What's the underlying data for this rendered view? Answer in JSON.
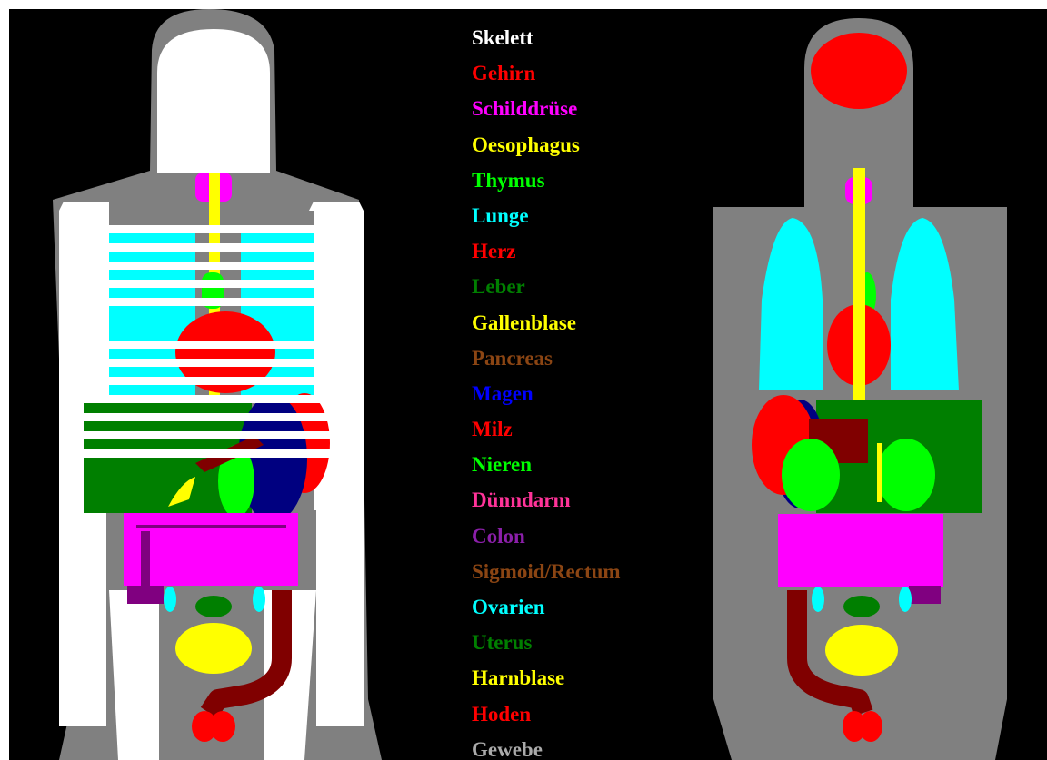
{
  "legend": [
    {
      "label": "Skelett",
      "color": "#ffffff"
    },
    {
      "label": "Gehirn",
      "color": "#ff0000"
    },
    {
      "label": "Schilddrüse",
      "color": "#ff00ff"
    },
    {
      "label": "Oesophagus",
      "color": "#ffff00"
    },
    {
      "label": "Thymus",
      "color": "#00ff00"
    },
    {
      "label": "Lunge",
      "color": "#00ffff"
    },
    {
      "label": "Herz",
      "color": "#ff0000"
    },
    {
      "label": "Leber",
      "color": "#007f00"
    },
    {
      "label": "Gallenblase",
      "color": "#ffff00"
    },
    {
      "label": "Pancreas",
      "color": "#8b4513"
    },
    {
      "label": "Magen",
      "color": "#0000ff"
    },
    {
      "label": "Milz",
      "color": "#ff0000"
    },
    {
      "label": "Nieren",
      "color": "#00ff00"
    },
    {
      "label": "Dünndarm",
      "color": "#ff3399"
    },
    {
      "label": "Colon",
      "color": "#8b1fa9"
    },
    {
      "label": "Sigmoid/Rectum",
      "color": "#8b4513"
    },
    {
      "label": "Ovarien",
      "color": "#00ffff"
    },
    {
      "label": "Uterus",
      "color": "#007f00"
    },
    {
      "label": "Harnblase",
      "color": "#ffff00"
    },
    {
      "label": "Hoden",
      "color": "#ff0000"
    },
    {
      "label": "Gewebe",
      "color": "#aaaaaa"
    }
  ],
  "colors": {
    "background": "#000000",
    "tissue": "#808080",
    "skeleton": "#ffffff",
    "small_intestine": "#ff00ff",
    "stomach": "#000080",
    "sigmoid": "#800000",
    "colon": "#800080"
  }
}
